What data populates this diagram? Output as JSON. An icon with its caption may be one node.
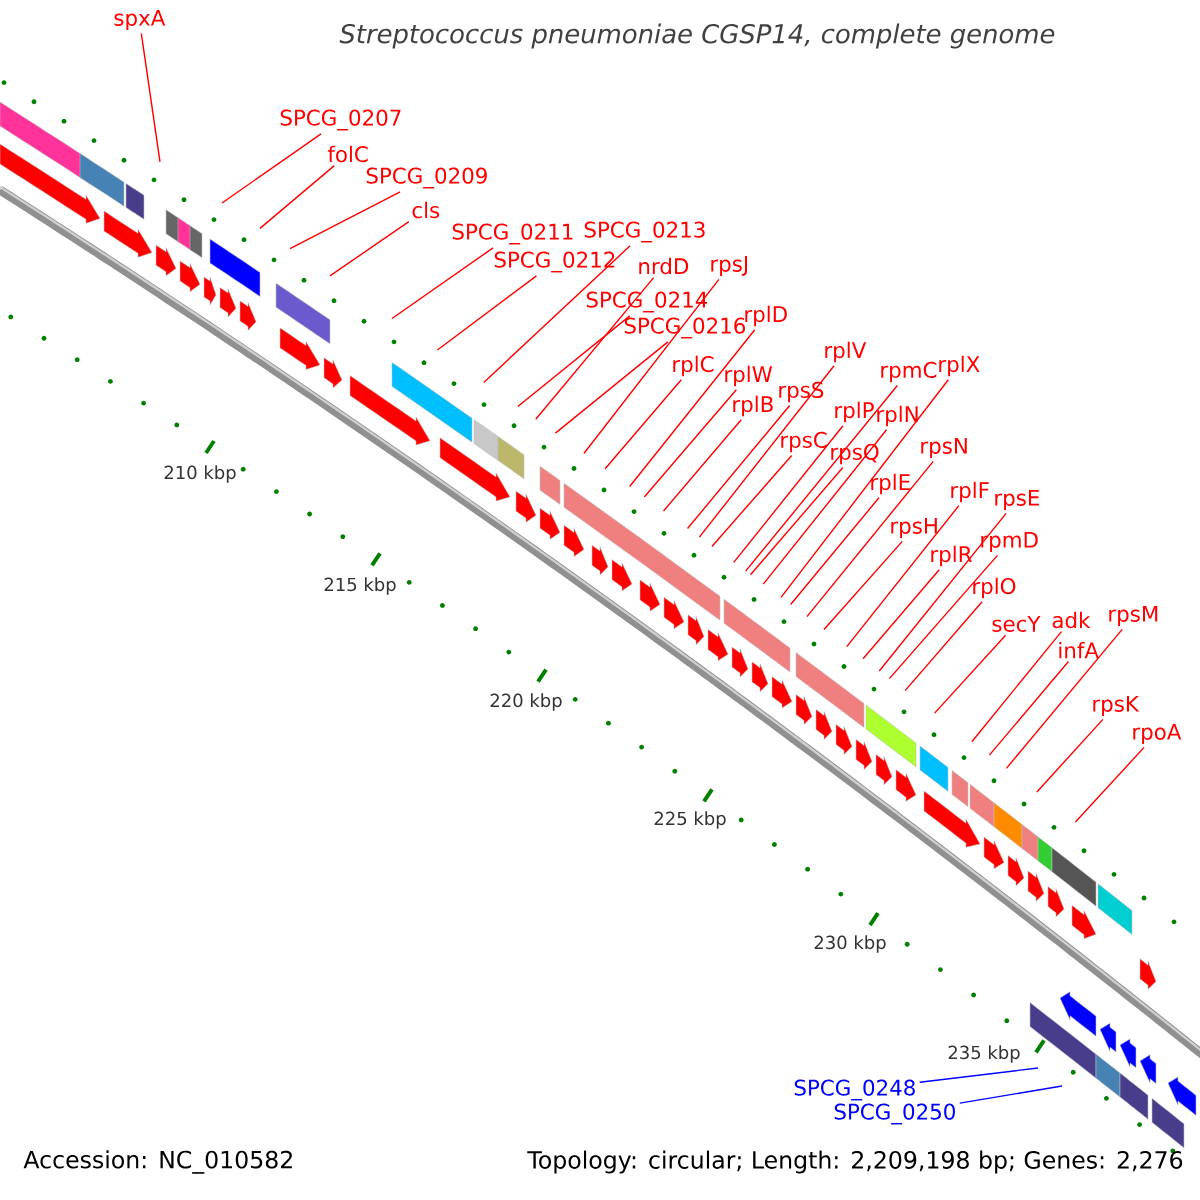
{
  "diagram": {
    "title": "Streptococcus pneumoniae CGSP14, complete genome",
    "nodes": [
      {
        "text": [
          "spxA"
        ]
      },
      {
        "text": [
          "SPCG_0207"
        ]
      },
      {
        "text": [
          "folC"
        ]
      },
      {
        "text": [
          "SPCG_0209"
        ]
      },
      {
        "text": [
          "cls"
        ]
      },
      {
        "text": [
          "SPCG_0211"
        ]
      },
      {
        "text": [
          "SPCG_0212"
        ]
      },
      {
        "text": [
          "SPCG_0213"
        ]
      },
      {
        "text": [
          "nrdD"
        ]
      },
      {
        "text": [
          "SPCG_0214"
        ]
      },
      {
        "text": [
          "rpsJ"
        ]
      },
      {
        "text": [
          "SPCG_0216"
        ]
      },
      {
        "text": [
          "rplD"
        ]
      },
      {
        "text": [
          "rplC"
        ]
      },
      {
        "text": [
          "rplW"
        ]
      },
      {
        "text": [
          "rplB"
        ]
      },
      {
        "text": [
          "rpsS"
        ]
      },
      {
        "text": [
          "rplV"
        ]
      },
      {
        "text": [
          "rpsC"
        ]
      },
      {
        "text": [
          "rplP"
        ]
      },
      {
        "text": [
          "rpsQ"
        ]
      },
      {
        "text": [
          "rpmC"
        ]
      },
      {
        "text": [
          "rplN"
        ]
      },
      {
        "text": [
          "rplX"
        ]
      },
      {
        "text": [
          "rplE"
        ]
      },
      {
        "text": [
          "rpsN"
        ]
      },
      {
        "text": [
          "rpsH"
        ]
      },
      {
        "text": [
          "rplF"
        ]
      },
      {
        "text": [
          "rpsE"
        ]
      },
      {
        "text": [
          "rplR"
        ]
      },
      {
        "text": [
          "rpmD"
        ]
      },
      {
        "text": [
          "rplO"
        ]
      },
      {
        "text": [
          "secY"
        ]
      },
      {
        "text": [
          "adk"
        ]
      },
      {
        "text": [
          "infA"
        ]
      },
      {
        "text": [
          "rpsM"
        ]
      },
      {
        "text": [
          "rpsK"
        ]
      },
      {
        "text": [
          "rpoA"
        ]
      },
      {
        "text": [
          "SPCG_0248"
        ]
      },
      {
        "text": [
          "SPCG_0250"
        ]
      }
    ],
    "edges": [
      {
        "from": 0,
        "to": null,
        "arrow": "none"
      },
      {
        "from": 1,
        "to": null,
        "arrow": "none"
      },
      {
        "from": 2,
        "to": null,
        "arrow": "none"
      },
      {
        "from": 3,
        "to": null,
        "arrow": "none"
      },
      {
        "from": 4,
        "to": null,
        "arrow": "none"
      },
      {
        "from": 5,
        "to": null,
        "arrow": "none"
      },
      {
        "from": 6,
        "to": null,
        "arrow": "none"
      },
      {
        "from": 7,
        "to": null,
        "arrow": "none"
      },
      {
        "from": 8,
        "to": null,
        "arrow": "none"
      },
      {
        "from": 9,
        "to": null,
        "arrow": "none"
      },
      {
        "from": 10,
        "to": null,
        "arrow": "none"
      },
      {
        "from": 11,
        "to": null,
        "arrow": "none"
      },
      {
        "from": 12,
        "to": null,
        "arrow": "none"
      },
      {
        "from": 13,
        "to": null,
        "arrow": "none"
      },
      {
        "from": 14,
        "to": null,
        "arrow": "none"
      },
      {
        "from": 15,
        "to": null,
        "arrow": "none"
      },
      {
        "from": 16,
        "to": null,
        "arrow": "none"
      },
      {
        "from": 17,
        "to": null,
        "arrow": "none"
      },
      {
        "from": 18,
        "to": null,
        "arrow": "none"
      },
      {
        "from": 19,
        "to": null,
        "arrow": "none"
      },
      {
        "from": 20,
        "to": null,
        "arrow": "none"
      },
      {
        "from": 21,
        "to": null,
        "arrow": "none"
      },
      {
        "from": 22,
        "to": null,
        "arrow": "none"
      },
      {
        "from": 23,
        "to": null,
        "arrow": "none"
      },
      {
        "from": 24,
        "to": null,
        "arrow": "none"
      },
      {
        "from": 25,
        "to": null,
        "arrow": "none"
      },
      {
        "from": 26,
        "to": null,
        "arrow": "none"
      },
      {
        "from": 27,
        "to": null,
        "arrow": "none"
      },
      {
        "from": 28,
        "to": null,
        "arrow": "none"
      },
      {
        "from": 29,
        "to": null,
        "arrow": "none"
      },
      {
        "from": 30,
        "to": null,
        "arrow": "none"
      },
      {
        "from": 31,
        "to": null,
        "arrow": "none"
      },
      {
        "from": 32,
        "to": null,
        "arrow": "none"
      },
      {
        "from": 33,
        "to": null,
        "arrow": "none"
      },
      {
        "from": 34,
        "to": null,
        "arrow": "none"
      },
      {
        "from": 35,
        "to": null,
        "arrow": "none"
      },
      {
        "from": 36,
        "to": null,
        "arrow": "none"
      },
      {
        "from": 37,
        "to": null,
        "arrow": "none"
      },
      {
        "from": 38,
        "to": null,
        "arrow": "none",
        "color": "#0000ff"
      },
      {
        "from": 39,
        "to": null,
        "arrow": "none",
        "color": "#0000ff"
      }
    ],
    "labels": [
      "210 kbp",
      "215 kbp",
      "220 kbp",
      "225 kbp",
      "230 kbp",
      "235 kbp",
      "Accession: NC_010582",
      "Topology: circular; Length: 2,209,198 bp; Genes: 2,276"
    ]
  }
}
